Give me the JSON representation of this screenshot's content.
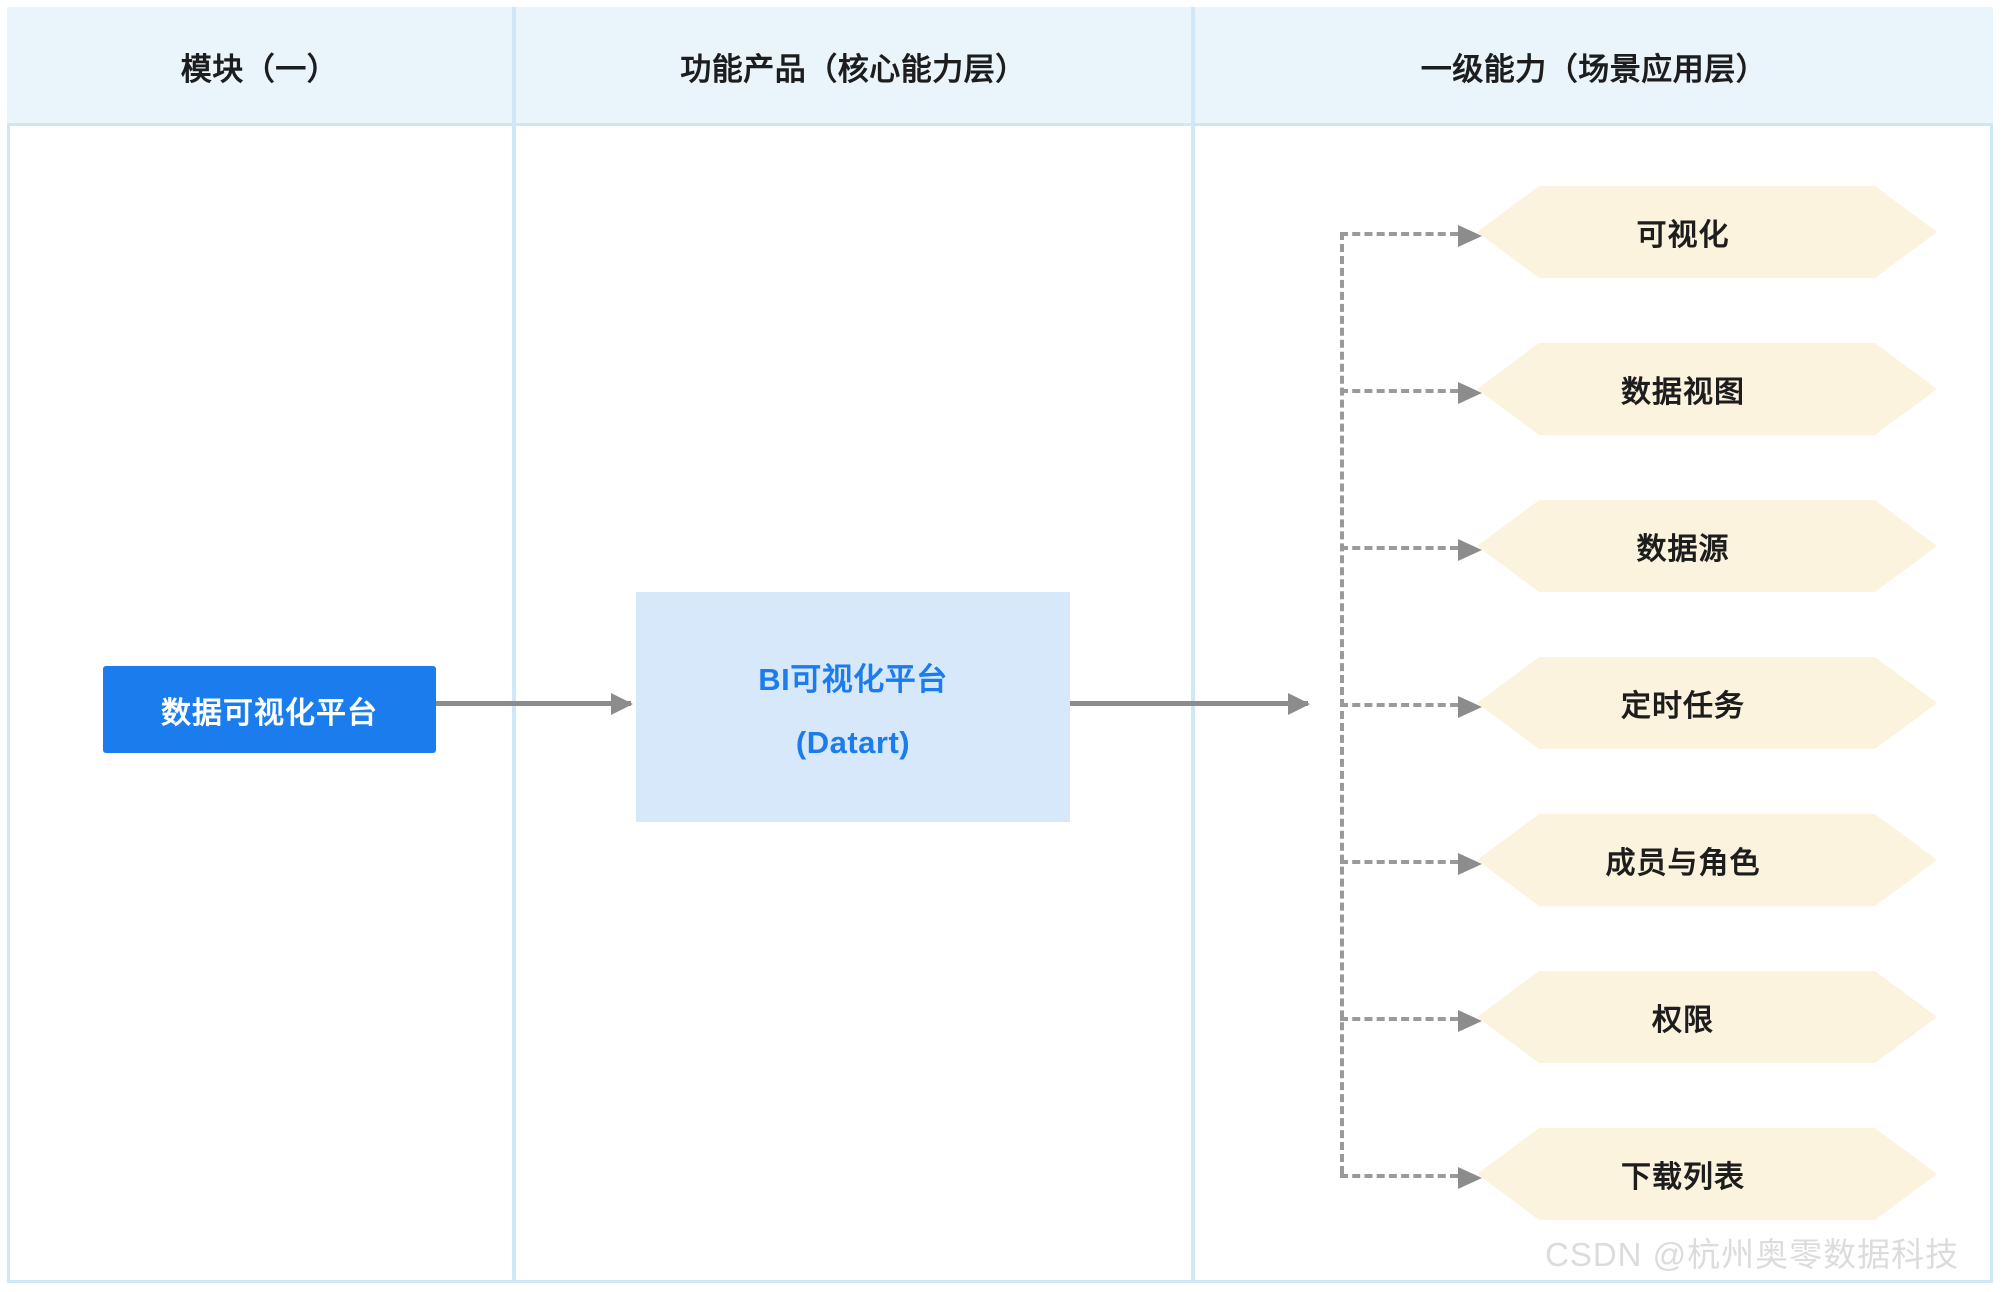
{
  "diagram": {
    "columns": [
      {
        "id": "module",
        "title": "模块（一）"
      },
      {
        "id": "product",
        "title": "功能产品（核心能力层）"
      },
      {
        "id": "capability",
        "title": "一级能力（场景应用层）"
      }
    ],
    "source_node": {
      "label": "数据可视化平台",
      "fill": "#1a7ced",
      "text_color": "#ffffff"
    },
    "product_node": {
      "line1": "BI可视化平台",
      "line2": "(Datart)",
      "fill": "#d7e8fb",
      "text_color": "#1a7ced"
    },
    "capabilities": [
      {
        "label": "可视化"
      },
      {
        "label": "数据视图"
      },
      {
        "label": "数据源"
      },
      {
        "label": "定时任务"
      },
      {
        "label": "成员与角色"
      },
      {
        "label": "权限"
      },
      {
        "label": "下载列表"
      }
    ],
    "connectors": {
      "solid_arrow_color": "#8c8c8c",
      "dashed_line_color": "#9a9a9a",
      "solid_arrow_count": 2,
      "dashed_branch_count": 7
    },
    "palette": {
      "header_band": "#e9f4fb",
      "grid_line": "#cfe7f7",
      "hexagon_fill": "#fbf3de",
      "accent_blue": "#1a7ced",
      "text_dark": "#1d1d1d"
    },
    "watermark": "CSDN @杭州奥零数据科技"
  }
}
